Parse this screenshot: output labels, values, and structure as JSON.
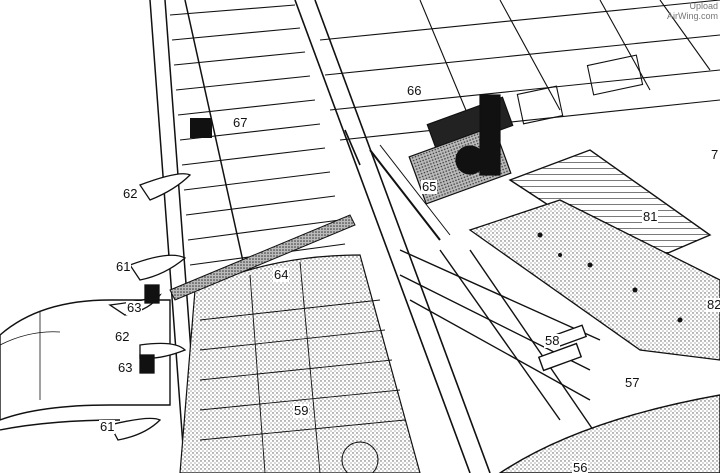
{
  "callouts": [
    {
      "id": "c66",
      "text": "66"
    },
    {
      "id": "c67",
      "text": "67"
    },
    {
      "id": "c65",
      "text": "65"
    },
    {
      "id": "c62a",
      "text": "62"
    },
    {
      "id": "c61a",
      "text": "61"
    },
    {
      "id": "c63a",
      "text": "63"
    },
    {
      "id": "c62b",
      "text": "62"
    },
    {
      "id": "c63b",
      "text": "63"
    },
    {
      "id": "c61b",
      "text": "61"
    },
    {
      "id": "c64",
      "text": "64"
    },
    {
      "id": "c81",
      "text": "81"
    },
    {
      "id": "c82",
      "text": "82"
    },
    {
      "id": "c58",
      "text": "58"
    },
    {
      "id": "c57",
      "text": "57"
    },
    {
      "id": "c59",
      "text": "59"
    },
    {
      "id": "c7",
      "text": "7"
    },
    {
      "id": "c56",
      "text": "56"
    }
  ],
  "watermark": {
    "line1": "Upload",
    "line2": "AirWing.com"
  }
}
